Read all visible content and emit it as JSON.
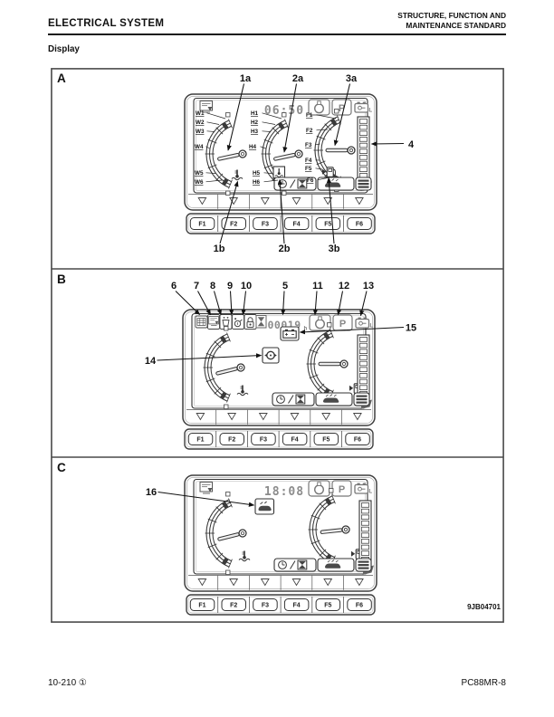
{
  "header": {
    "left": "ELECTRICAL SYSTEM",
    "right_line1": "STRUCTURE, FUNCTION AND",
    "right_line2": "MAINTENANCE STANDARD"
  },
  "page_subtitle": "Display",
  "sections": {
    "a": "A",
    "b": "B",
    "c": "C"
  },
  "figure_code": "9JB04701",
  "footer": {
    "page": "10-210",
    "page_mark": "①",
    "model": "PC88MR-8"
  },
  "parking_label": "P",
  "key_switch_label": "L",
  "function_keys": [
    "F1",
    "F2",
    "F3",
    "F4",
    "F5",
    "F6"
  ],
  "panel_a": {
    "time": "06:50",
    "gauge_w_labels": [
      "W1",
      "W2",
      "W3",
      "W4",
      "W5",
      "W6"
    ],
    "gauge_h_labels": [
      "H1",
      "H2",
      "H3",
      "H4",
      "H5",
      "H6"
    ],
    "gauge_f_labels": [
      "F1",
      "F2",
      "F3",
      "F4",
      "F5",
      "F6"
    ],
    "callouts": [
      "1a",
      "2a",
      "3a",
      "4",
      "1b",
      "2b",
      "3b"
    ]
  },
  "panel_b": {
    "hour_meter": "00019",
    "hour_unit": "h",
    "callouts": [
      "6",
      "7",
      "8",
      "9",
      "10",
      "5",
      "11",
      "12",
      "13",
      "14",
      "15"
    ]
  },
  "panel_c": {
    "time": "18:08",
    "callouts": [
      "16"
    ]
  },
  "icons": {
    "monitor-icon": "display-screen-with-arrow",
    "swing-lock-indicator-icon": "circle-in-box",
    "parking-indicator": "letter-P-in-box",
    "battery-level-icon": "battery-with-key-and-L",
    "service-meter-icon": "hourglass",
    "coolant-temp-icon": "thermometer-in-liquid",
    "hydraulic-temp-icon": "boxed-thermometer",
    "fuel-icon": "fuel-pump-with-arrow",
    "coolant-level-icon": "radiator",
    "washer-fluid-icon": "cup-with-drops",
    "engine-oil-icon": "oil-can",
    "swing-lock-icon": "padlock",
    "auto-decel-icon": "dial-with-arrows",
    "battery-charge-warning-icon": "battery-plus-minus",
    "working-mode-icon": "dark-machine-glyph",
    "clock-switch-icon": "clock-slash-hourglass",
    "aircon-icon": "dark-louver-glyph",
    "menu-icon": "three-bars",
    "fuel-level-bar": "segmented-vertical-bar",
    "eco-leaf-icon": "slanted-leaf"
  }
}
